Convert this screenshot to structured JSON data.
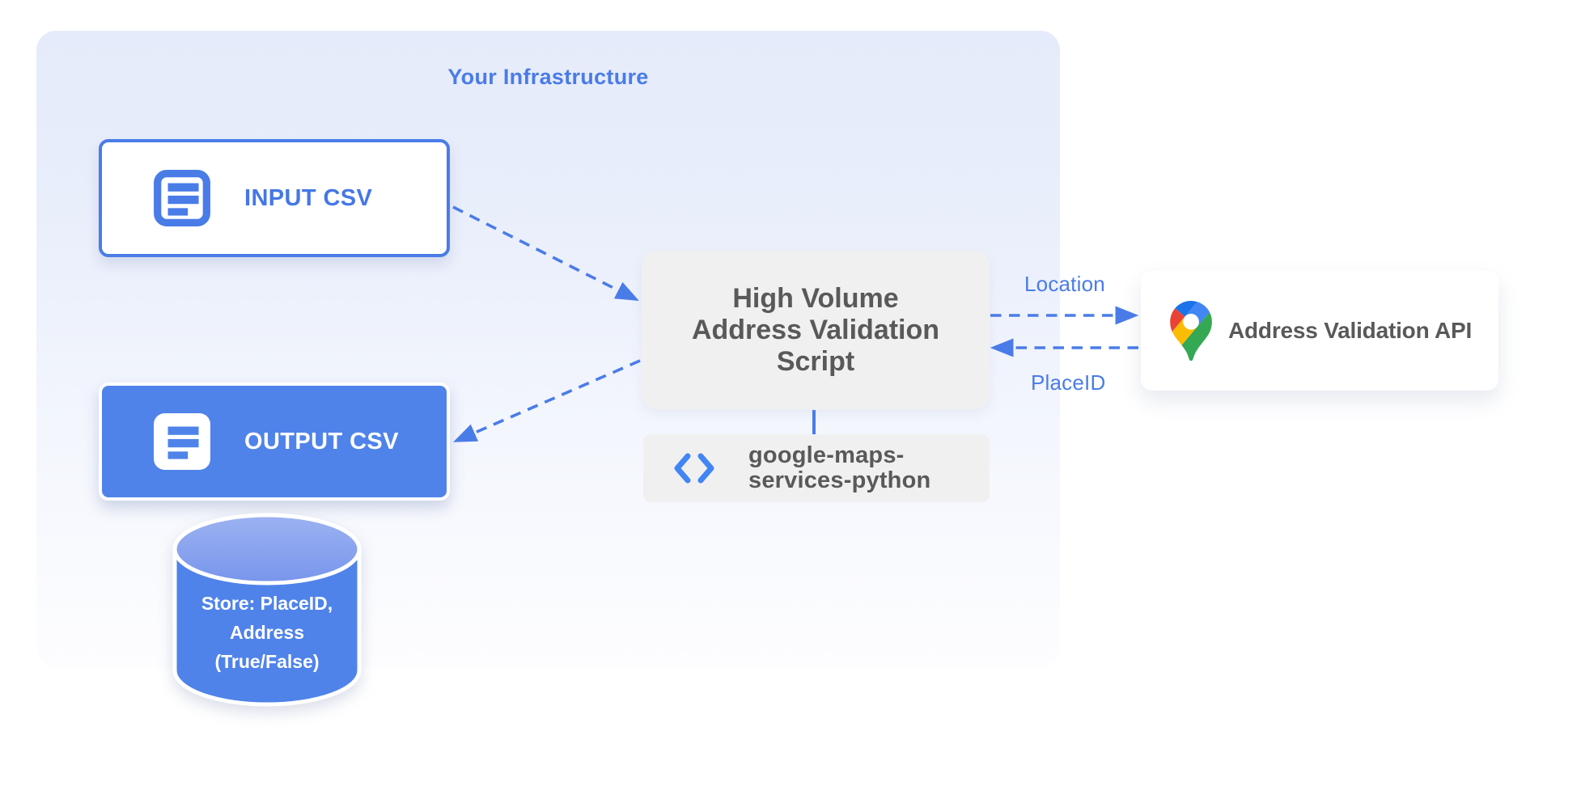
{
  "infrastructure": {
    "title": "Your Infrastructure"
  },
  "nodes": {
    "input_csv": {
      "label": "INPUT CSV"
    },
    "output_csv": {
      "label": "OUTPUT CSV"
    },
    "script": {
      "title": "High Volume\nAddress Validation\nScript"
    },
    "library": {
      "name": "google-maps-\nservices-python"
    },
    "api": {
      "label": "Address Validation API"
    },
    "datastore": {
      "label": "Store: PlaceID,\nAddress\n(True/False)"
    }
  },
  "edges": {
    "location_label": "Location",
    "placeid_label": "PlaceID"
  },
  "colors": {
    "primary_blue": "#4A7CE8",
    "node_fill_blue": "#4F83EA",
    "title_blue": "#4A7BE8",
    "gray_node": "#F0F0F1",
    "dark_text": "#595959",
    "container_top": "#E5EBFA",
    "maps_pin": {
      "dark_blue": "#1A73E8",
      "red": "#EA4335",
      "blue": "#4285F4",
      "yellow": "#FBBC04",
      "green": "#34A853"
    }
  }
}
